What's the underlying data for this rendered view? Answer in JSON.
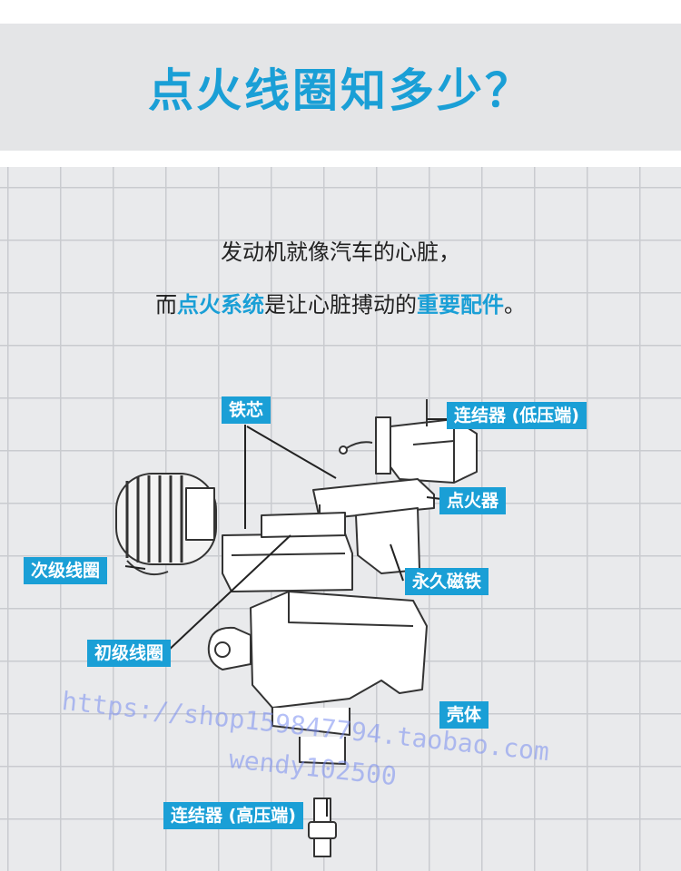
{
  "title": "点火线圈知多少？",
  "intro": {
    "line1": "发动机就像汽车的心脏，",
    "line2_a": "而",
    "line2_hl1": "点火系统",
    "line2_b": "是让心脏搏动的",
    "line2_hl2": "重要配件",
    "line2_c": "。"
  },
  "labels": {
    "iron_core": "铁芯",
    "connector_low": "连结器 (低压端)",
    "igniter": "点火器",
    "secondary_coil": "次级线圈",
    "permanent_magnet": "永久磁铁",
    "primary_coil": "初级线圈",
    "housing": "壳体",
    "connector_high": "连结器 (高压端)"
  },
  "watermark": {
    "line1": "https://shop159847794.taobao.com",
    "line2": "wendy102500"
  },
  "colors": {
    "accent": "#1a9fd6"
  }
}
